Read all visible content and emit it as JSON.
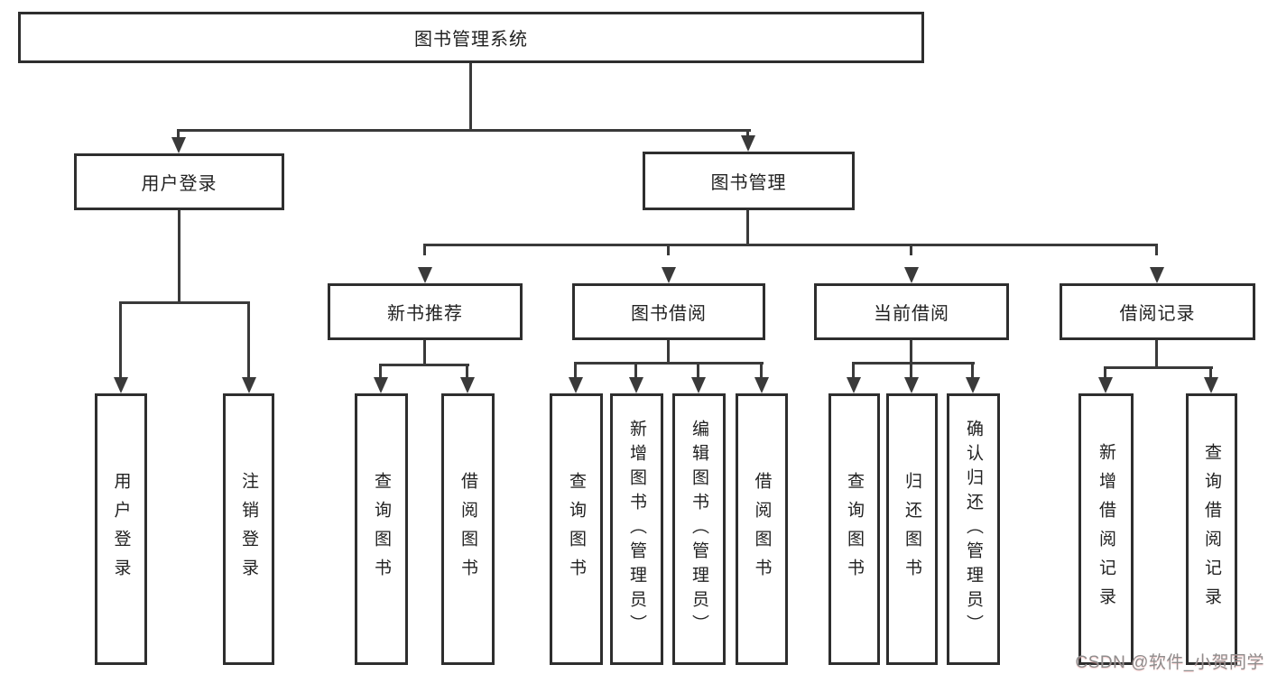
{
  "diagram": {
    "root": {
      "label": "图书管理系统"
    },
    "branches": [
      {
        "label": "用户登录",
        "leaves": [
          "用户登录",
          "注销登录"
        ]
      },
      {
        "label": "图书管理",
        "groups": [
          {
            "label": "新书推荐",
            "leaves": [
              "查询图书",
              "借阅图书"
            ]
          },
          {
            "label": "图书借阅",
            "leaves": [
              "查询图书",
              "新增图书（管理员）",
              "编辑图书（管理员）",
              "借阅图书"
            ]
          },
          {
            "label": "当前借阅",
            "leaves": [
              "查询图书",
              "归还图书",
              "确认归还（管理员）"
            ]
          },
          {
            "label": "借阅记录",
            "leaves": [
              "新增借阅记录",
              "查询借阅记录"
            ]
          }
        ]
      }
    ]
  },
  "watermark": {
    "text": "CSDN @软件_小贺同学"
  },
  "colors": {
    "line": "#3a3a3a",
    "border": "#2e2e2e",
    "background": "#ffffff",
    "text": "#1f1f1f",
    "watermark": "#8e8e8e"
  }
}
